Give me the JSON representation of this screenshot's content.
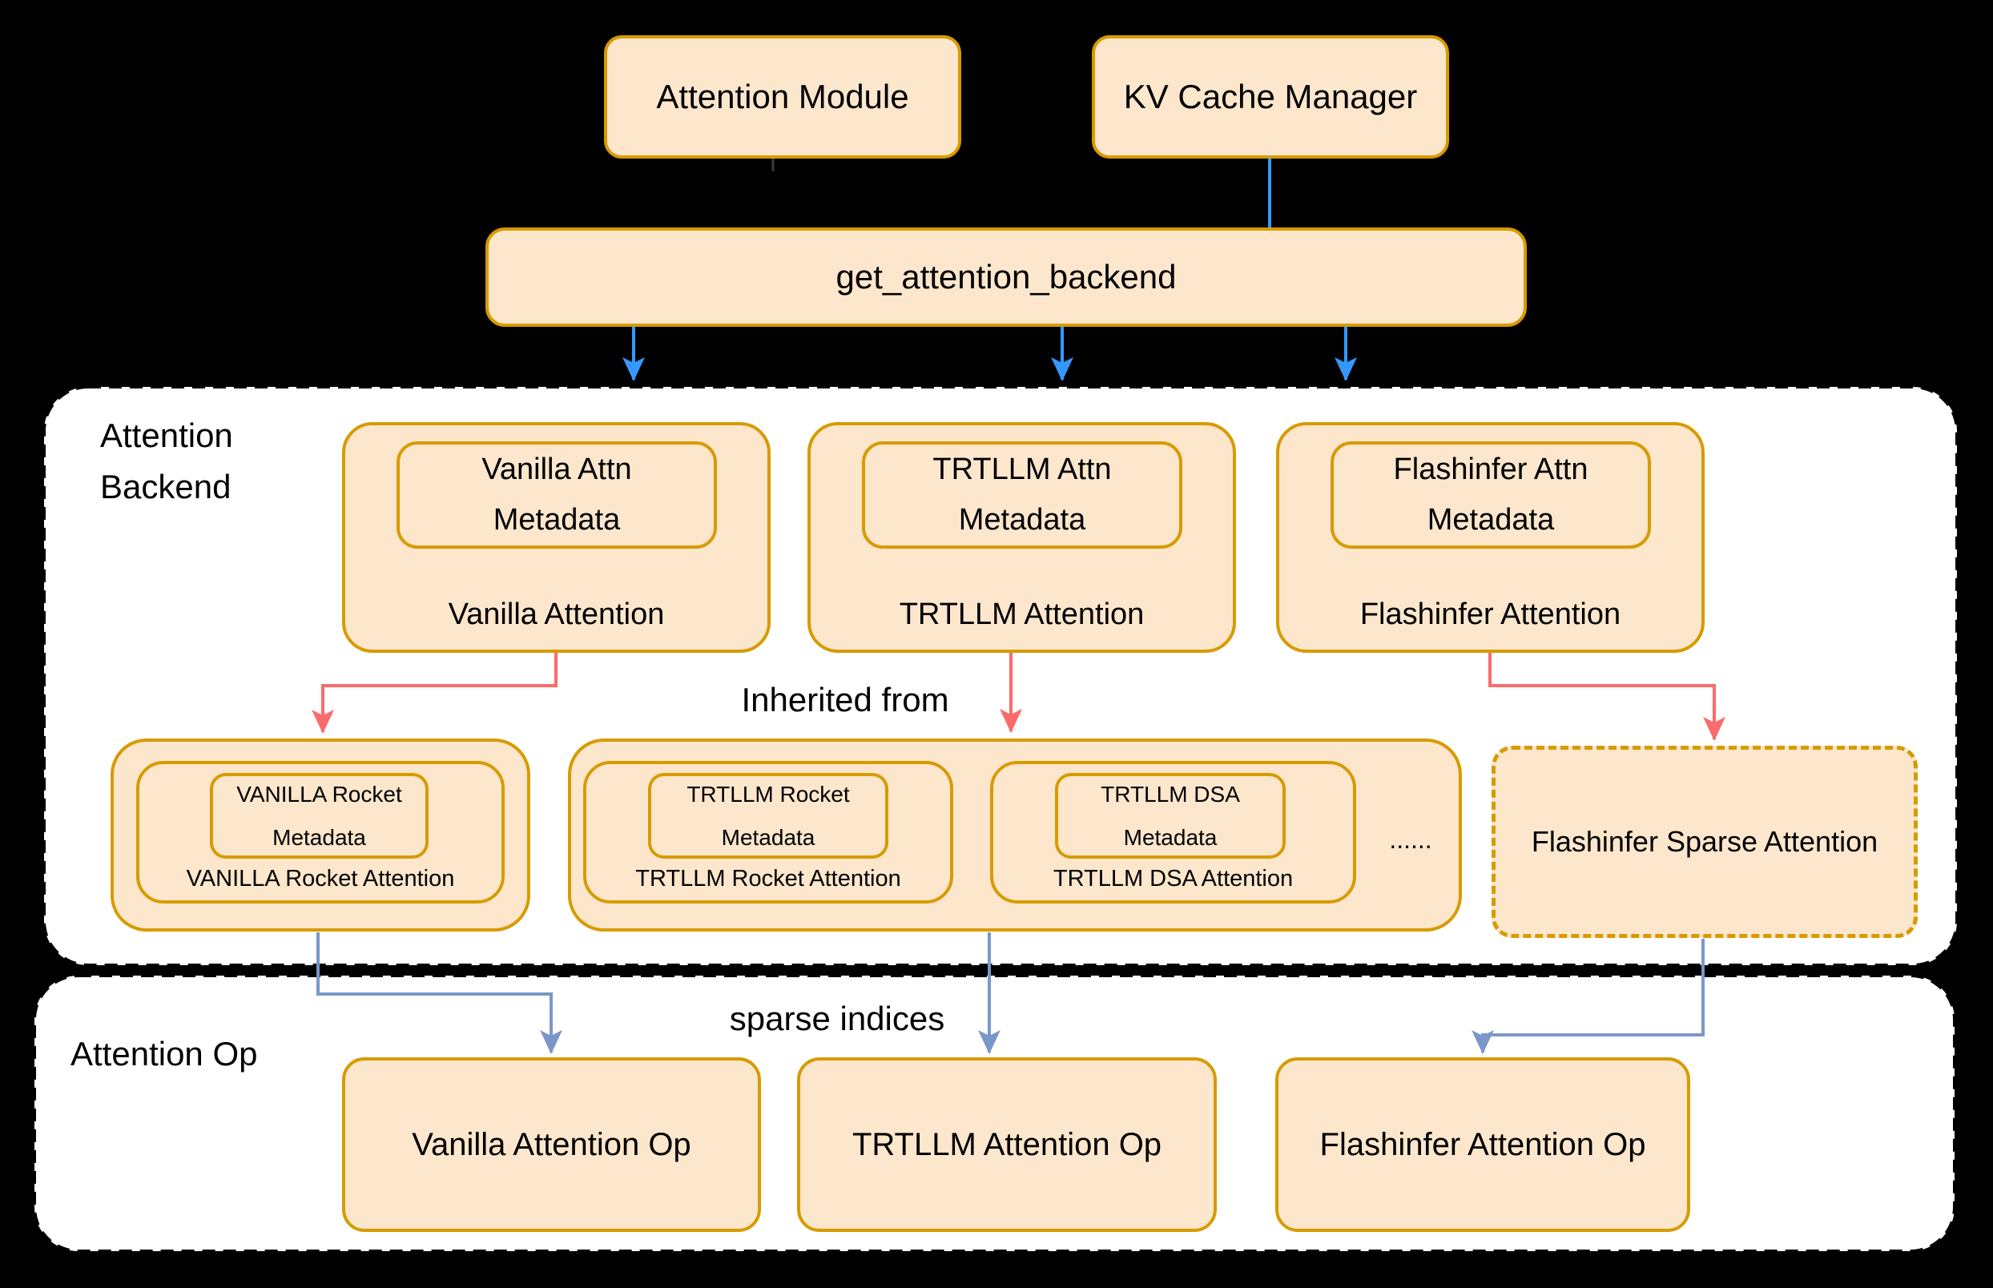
{
  "colors": {
    "background": "#000000",
    "box_fill": "#FCE6CC",
    "box_border": "#D79B00",
    "container_fill": "#FFFFFF",
    "container_border": "#000000",
    "blue": "#3399FF",
    "red": "#FB6B6B",
    "slate": "#7B97C9",
    "text": "#000000"
  },
  "top": {
    "attention_module": "Attention Module",
    "kv_cache_manager": "KV Cache Manager",
    "get_attention_backend": "get_attention_backend"
  },
  "backend": {
    "section_label_lines": [
      "Attention",
      "Backend"
    ],
    "inherited_from": "Inherited from",
    "vanilla": {
      "meta_lines": [
        "Vanilla Attn",
        "Metadata"
      ],
      "label": "Vanilla Attention"
    },
    "trtllm": {
      "meta_lines": [
        "TRTLLM Attn",
        "Metadata"
      ],
      "label": "TRTLLM Attention"
    },
    "flashinfer": {
      "meta_lines": [
        "Flashinfer Attn",
        "Metadata"
      ],
      "label": "Flashinfer Attention"
    },
    "vanilla_rocket": {
      "meta_lines": [
        "VANILLA Rocket",
        "Metadata"
      ],
      "label": "VANILLA Rocket Attention"
    },
    "trtllm_rocket": {
      "meta_lines": [
        "TRTLLM Rocket",
        "Metadata"
      ],
      "label": "TRTLLM Rocket Attention"
    },
    "trtllm_dsa": {
      "meta_lines": [
        "TRTLLM DSA",
        "Metadata"
      ],
      "label": "TRTLLM DSA Attention"
    },
    "ellipsis": "......",
    "flashinfer_sparse": "Flashinfer Sparse Attention"
  },
  "ops": {
    "section_label": "Attention Op",
    "sparse_indices": "sparse indices",
    "vanilla_op": "Vanilla Attention Op",
    "trtllm_op": "TRTLLM Attention Op",
    "flashinfer_op": "Flashinfer Attention Op"
  }
}
